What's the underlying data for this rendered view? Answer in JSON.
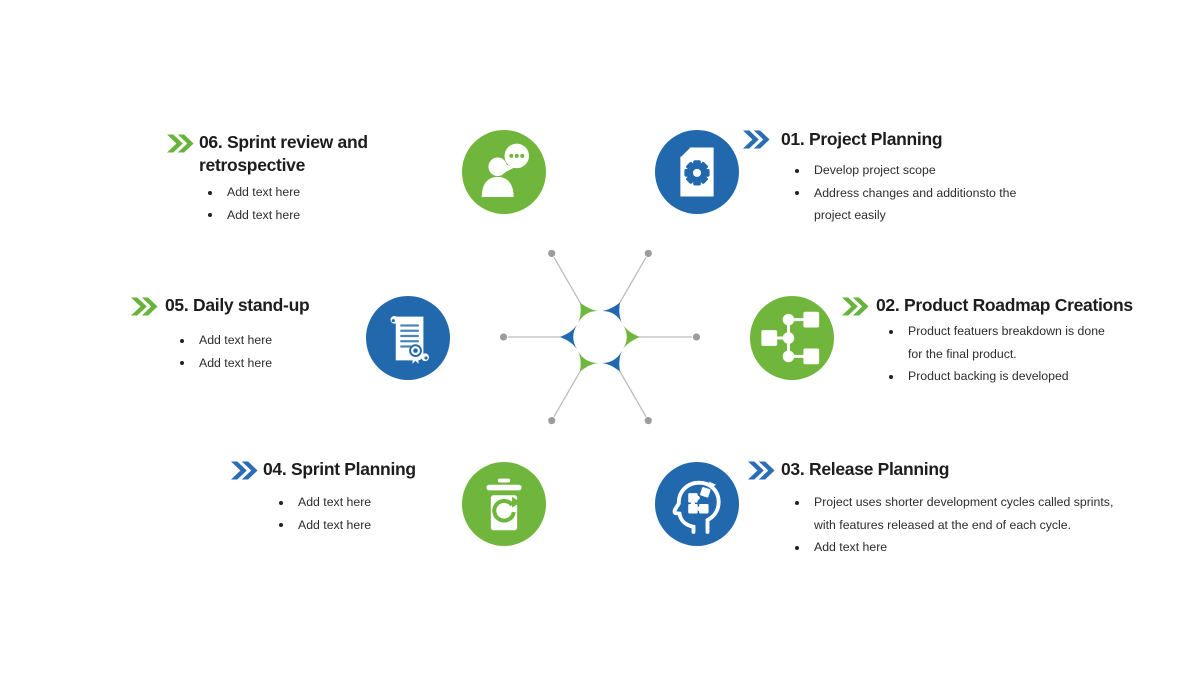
{
  "slide": {
    "background": "#ffffff"
  },
  "colors": {
    "green": "#71b63c",
    "blue": "#2168ad",
    "chevron_green": "#68b33c",
    "chevron_blue": "#2a6cb5",
    "title": "#1d1d1d",
    "body": "#2c2c2c",
    "hub_line": "#bcbcbc",
    "hub_dot": "#9c9c9c"
  },
  "sections": {
    "s06": {
      "title_lines": [
        "06. Sprint review and",
        "retrospective"
      ],
      "chevron": "chevron_green",
      "icon": "person-chat-icon",
      "icon_color": "green",
      "bullets": [
        [
          "Add text here"
        ],
        [
          "Add text here"
        ]
      ]
    },
    "s01": {
      "title_lines": [
        "01. Project Planning"
      ],
      "chevron": "chevron_blue",
      "icon": "document-gear-icon",
      "icon_color": "blue",
      "bullets": [
        [
          "Develop project scope"
        ],
        [
          "Address changes and additionsto the",
          "project easily"
        ]
      ]
    },
    "s05": {
      "title_lines": [
        "05. Daily stand-up"
      ],
      "chevron": "chevron_green",
      "icon": "certificate-icon",
      "icon_color": "blue",
      "bullets": [
        [
          "Add text here"
        ],
        [
          "Add text here"
        ]
      ]
    },
    "s02": {
      "title_lines": [
        "02. Product Roadmap Creations"
      ],
      "chevron": "chevron_green",
      "icon": "flowchart-icon",
      "icon_color": "green",
      "bullets": [
        [
          "Product featuers breakdown is done",
          "for the final product."
        ],
        [
          "Product backing is developed"
        ]
      ]
    },
    "s04": {
      "title_lines": [
        "04. Sprint Planning"
      ],
      "chevron": "chevron_blue",
      "icon": "trash-refresh-icon",
      "icon_color": "green",
      "bullets": [
        [
          "Add text here"
        ],
        [
          "Add text here"
        ]
      ]
    },
    "s03": {
      "title_lines": [
        "03. Release Planning"
      ],
      "chevron": "chevron_blue",
      "icon": "head-puzzle-icon",
      "icon_color": "blue",
      "bullets": [
        [
          "Project uses shorter development cycles called sprints,",
          "with features released at the end of each cycle."
        ],
        [
          "Add text here"
        ]
      ]
    }
  },
  "hub": {
    "spokes": [
      {
        "angle": 180,
        "color": "blue"
      },
      {
        "angle": 240,
        "color": "green"
      },
      {
        "angle": 300,
        "color": "blue"
      },
      {
        "angle": 0,
        "color": "green"
      },
      {
        "angle": 60,
        "color": "blue"
      },
      {
        "angle": 120,
        "color": "green"
      }
    ]
  }
}
